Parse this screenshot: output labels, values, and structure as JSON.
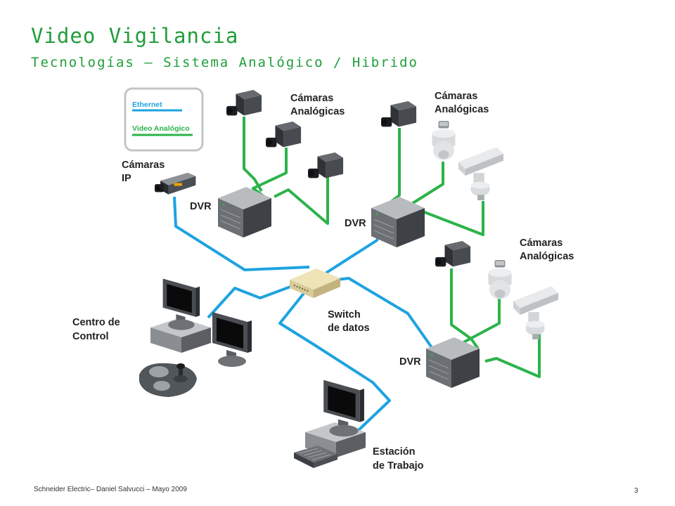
{
  "header": {
    "title": "Video Vigilancia",
    "subtitle": "Tecnologías – Sistema Analógico / Hibrido"
  },
  "legend": {
    "ethernet": "Ethernet",
    "video": "Video Analógico",
    "ethernet_color": "#1ea3e0",
    "video_color": "#2cb34a"
  },
  "labels": {
    "cams_1": [
      "Cámaras",
      "Analógicas"
    ],
    "cams_2": [
      "Cámaras",
      "Analógicas"
    ],
    "cams_3": [
      "Cámaras",
      "Analógicas"
    ],
    "ip_cams": [
      "Cámaras",
      "IP"
    ],
    "dvr_1": "DVR",
    "dvr_2": "DVR",
    "dvr_3": "DVR",
    "switch": [
      "Switch",
      "de datos"
    ],
    "control": [
      "Centro de",
      "Control"
    ],
    "workstation": [
      "Estación",
      "de Trabajo"
    ]
  },
  "footer": {
    "text": "Schneider Electric– Daniel Salvucci – Mayo 2009",
    "page": "3"
  },
  "icons": [
    "dvr-icon",
    "analog-camera-icon",
    "dome-camera-icon",
    "ptz-camera-icon",
    "ip-camera-icon",
    "network-switch-icon",
    "monitor-icon",
    "joystick-icon",
    "keyboard-icon"
  ]
}
